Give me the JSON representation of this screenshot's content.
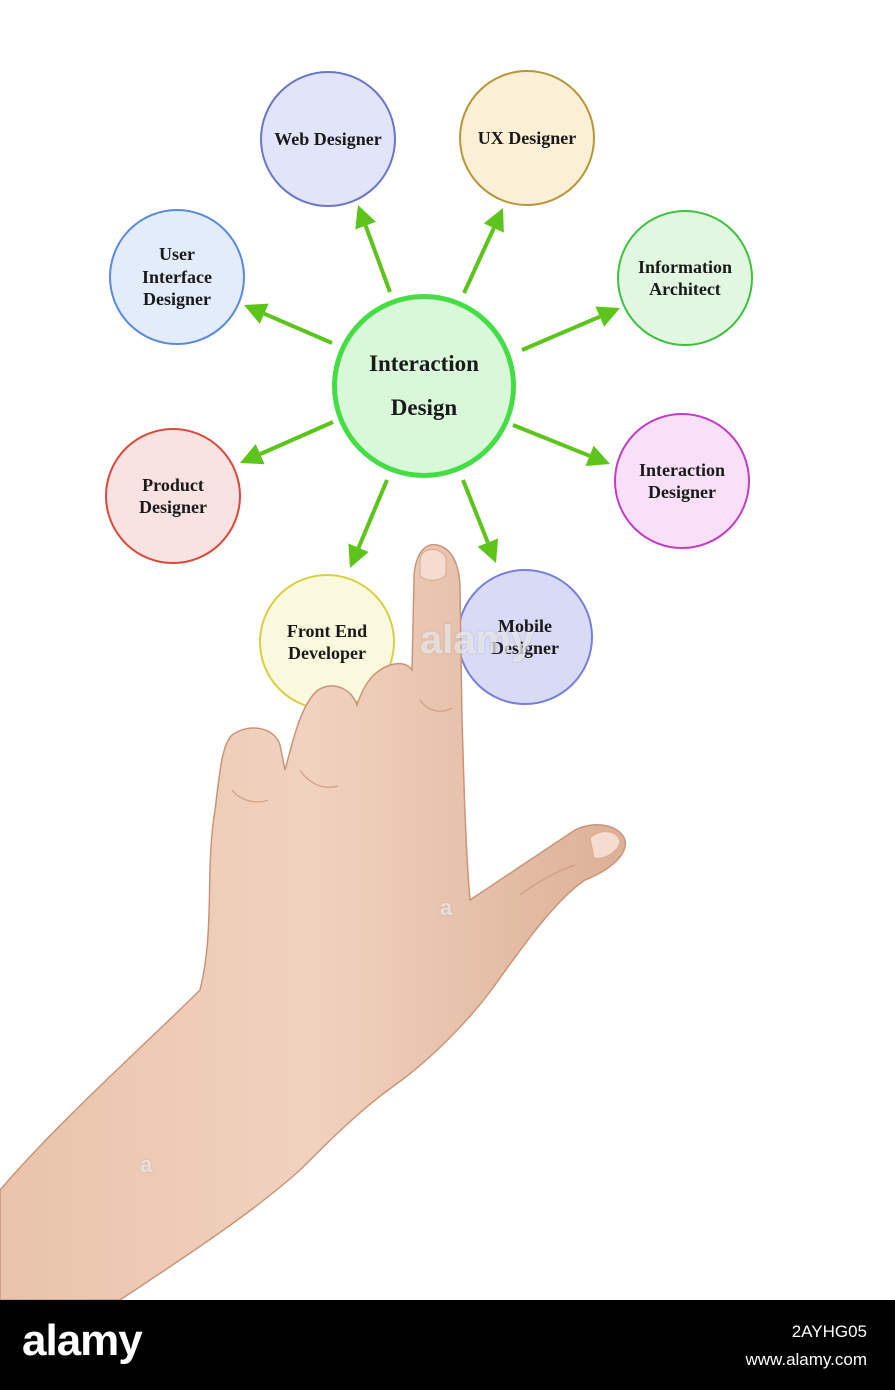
{
  "diagram": {
    "center": {
      "label": "Interaction\nDesign",
      "border": "#44dd44",
      "fill": "#d9f7d9"
    },
    "arrow_color": "#5cc41a",
    "nodes": [
      {
        "id": "web-designer",
        "label": "Web Designer",
        "border": "#6a76cc",
        "fill": "#e2e4f7"
      },
      {
        "id": "ux-designer",
        "label": "UX Designer",
        "border": "#b8963a",
        "fill": "#fbefd6"
      },
      {
        "id": "information-architect",
        "label": "Information\nArchitect",
        "border": "#3cc23c",
        "fill": "#e1f7e1"
      },
      {
        "id": "interaction-designer",
        "label": "Interaction\nDesigner",
        "border": "#c43cc4",
        "fill": "#f8e0f8"
      },
      {
        "id": "mobile-designer",
        "label": "Mobile\nDesigner",
        "border": "#7a80d8",
        "fill": "#d8daf6"
      },
      {
        "id": "front-end-developer",
        "label": "Front End\nDeveloper",
        "border": "#d8d044",
        "fill": "#fbf9dd"
      },
      {
        "id": "product-designer",
        "label": "Product\nDesigner",
        "border": "#d84a3c",
        "fill": "#f8e2e2"
      },
      {
        "id": "user-interface-designer",
        "label": "User\nInterface\nDesigner",
        "border": "#5a8ade",
        "fill": "#e2ecfb"
      }
    ]
  },
  "watermark": {
    "text": "alamy",
    "small_mark": "a"
  },
  "footer": {
    "logo": "alamy",
    "image_id": "2AYHG05",
    "site": "www.alamy.com"
  }
}
